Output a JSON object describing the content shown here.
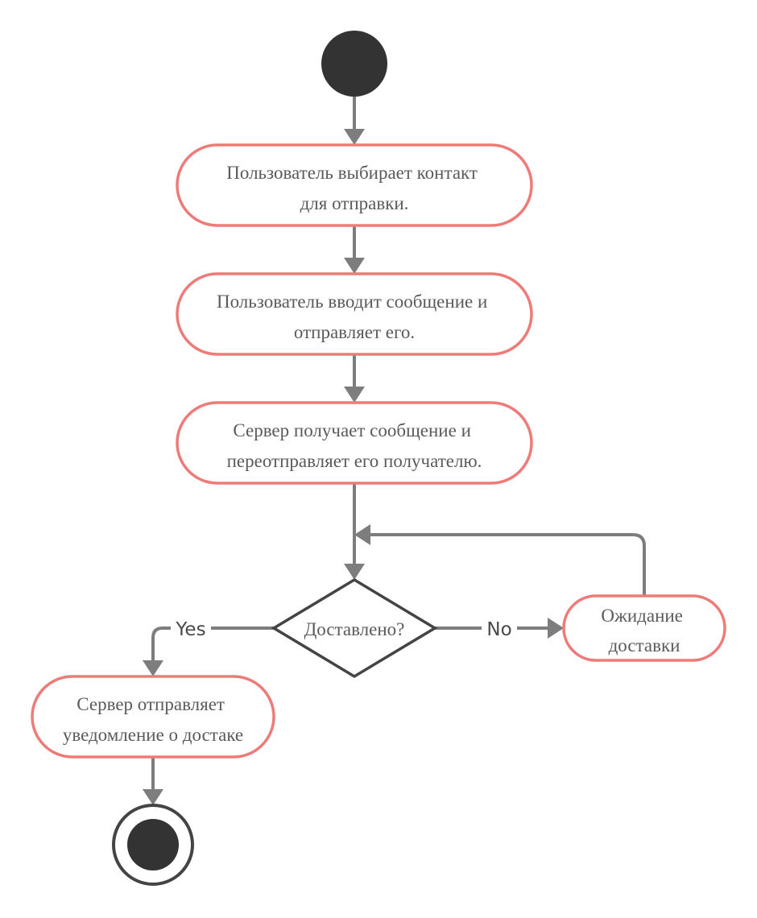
{
  "colors": {
    "action_border": "#ee7b78",
    "decision_border": "#444444",
    "edge": "#7d7d7d",
    "node_fill": "#333333",
    "text": "#5a5a5a"
  },
  "nodes": {
    "start": {
      "kind": "initial-node"
    },
    "action1": {
      "lines": [
        "Пользователь выбирает контакт",
        "для отправки."
      ]
    },
    "action2": {
      "lines": [
        "Пользователь вводит сообщение и",
        "отправляет его."
      ]
    },
    "action3": {
      "lines": [
        "Сервер получает сообщение и",
        "переотправляет его получателю."
      ]
    },
    "decision": {
      "label": "Доставлено?"
    },
    "wait": {
      "lines": [
        "Ожидание",
        "доставки"
      ]
    },
    "notify": {
      "lines": [
        "Сервер отправляет",
        "уведомление о достаке"
      ]
    },
    "end": {
      "kind": "final-node"
    }
  },
  "edges": {
    "yes_label": "Yes",
    "no_label": "No"
  }
}
